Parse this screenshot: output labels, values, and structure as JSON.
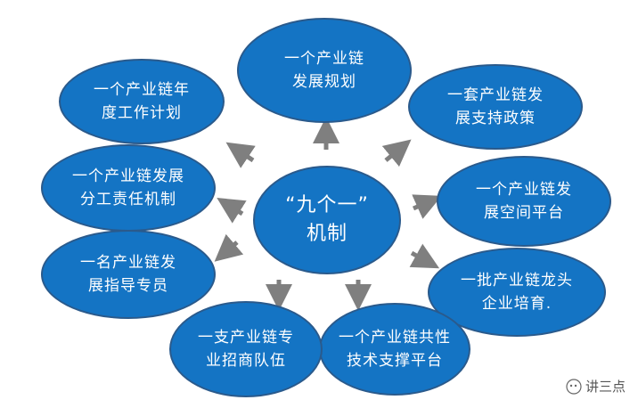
{
  "center": {
    "label": "“九个一”\n机制"
  },
  "nodes": [
    {
      "id": "plan",
      "label": "一个产业链\n发展规划"
    },
    {
      "id": "policy",
      "label": "一套产业链发\n展支持政策"
    },
    {
      "id": "space",
      "label": "一个产业链发\n展空间平台"
    },
    {
      "id": "leader",
      "label": "一批产业链龙头\n企业培育."
    },
    {
      "id": "tech",
      "label": "一个产业链共性\n技术支撑平台"
    },
    {
      "id": "invest",
      "label": "一支产业链专\n业招商队伍"
    },
    {
      "id": "guide",
      "label": "一名产业链发\n展指导专员"
    },
    {
      "id": "duty",
      "label": "一个产业链发展\n分工责任机制"
    },
    {
      "id": "yearplan",
      "label": "一个产业链年\n度工作计划"
    }
  ],
  "watermark": {
    "text": "讲三点"
  },
  "colors": {
    "node_fill": "#1474c4",
    "node_border": "#2a5a8c",
    "arrow": "#7f7f7f"
  }
}
